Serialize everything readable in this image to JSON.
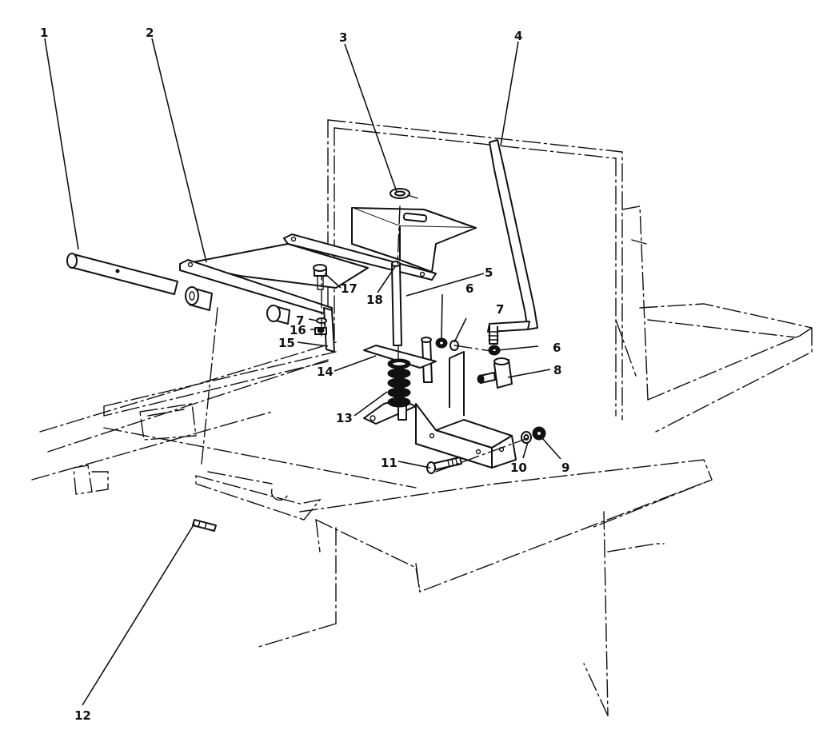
{
  "diagram": {
    "callouts": [
      {
        "id": "c1",
        "label": "1"
      },
      {
        "id": "c2",
        "label": "2"
      },
      {
        "id": "c3",
        "label": "3"
      },
      {
        "id": "c4",
        "label": "4"
      },
      {
        "id": "c5",
        "label": "5"
      },
      {
        "id": "c6a",
        "label": "6"
      },
      {
        "id": "c6b",
        "label": "6"
      },
      {
        "id": "c7a",
        "label": "7"
      },
      {
        "id": "c7b",
        "label": "7"
      },
      {
        "id": "c8",
        "label": "8"
      },
      {
        "id": "c9",
        "label": "9"
      },
      {
        "id": "c10",
        "label": "10"
      },
      {
        "id": "c11",
        "label": "11"
      },
      {
        "id": "c12",
        "label": "12"
      },
      {
        "id": "c13",
        "label": "13"
      },
      {
        "id": "c14",
        "label": "14"
      },
      {
        "id": "c15",
        "label": "15"
      },
      {
        "id": "c16",
        "label": "16"
      },
      {
        "id": "c17",
        "label": "17"
      },
      {
        "id": "c18",
        "label": "18"
      }
    ]
  }
}
